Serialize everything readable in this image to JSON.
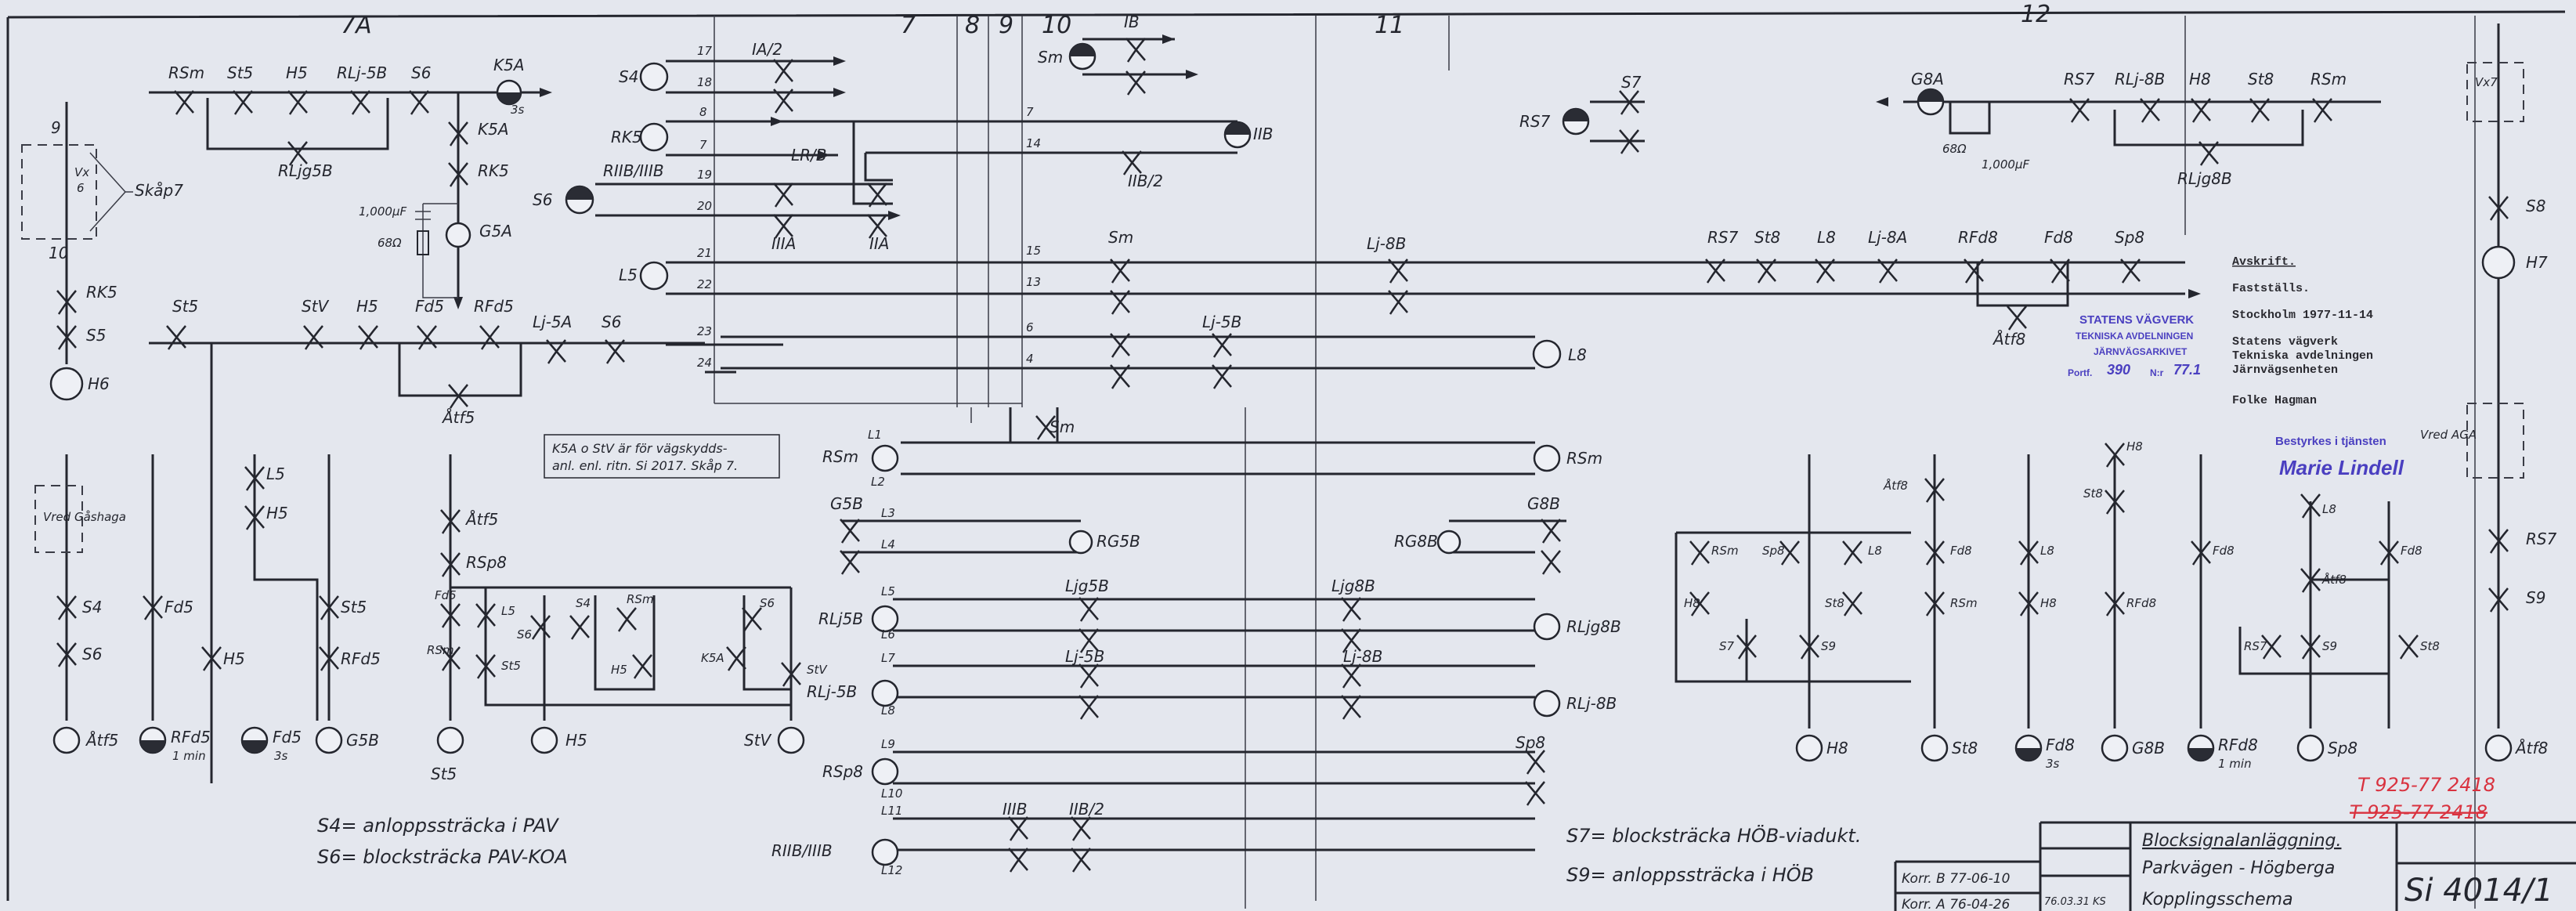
{
  "columns": [
    "7A",
    "7",
    "8",
    "9",
    "10",
    "11",
    "12"
  ],
  "top_left": {
    "row1": [
      "RSm",
      "St5",
      "H5",
      "RLj-5B",
      "S6",
      "K5A"
    ],
    "rljg": "RLjg5B",
    "k5a_branch": [
      "K5A",
      "RK5",
      "G5A",
      "1,000µF",
      "68Ω",
      "3s"
    ],
    "left": [
      "9",
      "10",
      "Vx",
      "6",
      "Skåp7",
      "RK5",
      "S5",
      "H6"
    ],
    "row2": [
      "St5",
      "StV",
      "H5",
      "Fd5",
      "RFd5",
      "Lj-5A",
      "S6",
      "Åtf5"
    ]
  },
  "terminals": {
    "left_rows": [
      "17",
      "18",
      "8",
      "7",
      "19",
      "20",
      "21",
      "22",
      "23",
      "24"
    ],
    "mid_rows": [
      "7",
      "14",
      "15",
      "13",
      "6",
      "4"
    ],
    "l_rows": [
      "L1",
      "L2",
      "L3",
      "L4",
      "L5",
      "L6",
      "L7",
      "L8",
      "L9",
      "L10",
      "L11",
      "L12"
    ]
  },
  "middle": {
    "lamps": [
      "S4",
      "RK5",
      "S6",
      "L5",
      "Sm",
      "IIB",
      "L8",
      "RSm",
      "RSm",
      "RG5B",
      "RG8B",
      "RLj5B",
      "RLjg8B",
      "RLj-5B",
      "RLj-8B",
      "RSp8",
      "RIIB/IIIB"
    ],
    "contacts": [
      "IA/2",
      "LR/B",
      "RIIB/IIIB",
      "IIIA",
      "IIA",
      "IB",
      "IIB/2",
      "Sm",
      "Lj-8B",
      "Lj-5B",
      "Sm",
      "G5B",
      "G8B",
      "Ljg5B",
      "Ljg8B",
      "Lj-5B",
      "Lj-8B",
      "Sp8",
      "IIIB",
      "IIB/2"
    ]
  },
  "note_box": [
    "K5A o StV är för vägskydds-",
    "anl. enl. ritn. Si 2017. Skåp 7."
  ],
  "right_top": {
    "s7": [
      "RS7",
      "S7"
    ],
    "row": [
      "G8A",
      "RS7",
      "RLj-8B",
      "H8",
      "St8",
      "RSm"
    ],
    "rljg": "RLjg8B",
    "rc": [
      "68Ω",
      "1,000µF"
    ],
    "row15": [
      "RS7",
      "St8",
      "L8",
      "Lj-8A",
      "RFd8",
      "Fd8",
      "Sp8",
      "Åtf8"
    ],
    "far_right": [
      "Vx7",
      "S8",
      "H7",
      "Vred AGA",
      "RS7",
      "S9"
    ]
  },
  "lower_left": {
    "vred": "Vred Gåshaga",
    "contacts": [
      "S4",
      "S6",
      "Fd5",
      "H5",
      "L5",
      "H5",
      "St5",
      "RFd5",
      "Åtf5",
      "RSp8",
      "Fd5",
      "L5",
      "RSm",
      "St5",
      "S6",
      "S4",
      "RSm",
      "H5",
      "K5A",
      "S6",
      "StV"
    ],
    "lamps": [
      "Åtf5",
      "RFd5",
      "Fd5",
      "G5B",
      "St5",
      "H5",
      "StV"
    ],
    "lamp_notes": [
      "1 min",
      "3s"
    ]
  },
  "lower_right": {
    "contacts": [
      "RSm",
      "H8",
      "S7",
      "Sp8",
      "S9",
      "L8",
      "St8",
      "Fd8",
      "RSm",
      "Åtf8",
      "L8",
      "H8",
      "H8",
      "St8",
      "RFd8",
      "Fd8",
      "L8",
      "Åtf8",
      "Fd8",
      "RS7",
      "S9",
      "St8"
    ],
    "lamps": [
      "H8",
      "St8",
      "Fd8",
      "G8B",
      "RFd8",
      "Sp8",
      "Åtf8"
    ],
    "lamp_notes": [
      "3s",
      "1 min"
    ]
  },
  "notes": {
    "s4": "S4= anloppssträcka i PAV",
    "s6": "S6= blocksträcka PAV-KOA",
    "s7": "S7= blocksträcka HÖB-viadukt.",
    "s9": "S9= anloppssträcka i HÖB"
  },
  "approval": {
    "title": "Avskrift.",
    "line1": "Fastställs.",
    "line2": "Stockholm 1977-11-14",
    "org": [
      "Statens vägverk",
      "Tekniska avdelningen",
      "Järnvägsenheten"
    ],
    "signer": "Folke Hagman"
  },
  "stamp": {
    "lines": [
      "STATENS VÄGVERK",
      "TEKNISKA AVDELNINGEN",
      "JÄRNVÄGSARKIVET"
    ],
    "portf_label": "Portf.",
    "portf": "390",
    "nr_label": "N:r",
    "nr": "77.1",
    "certified": "Bestyrkes i tjänsten",
    "signature": "Marie Lindell"
  },
  "red_marks": [
    "T 925-77 2418",
    "T 925-77 2418"
  ],
  "title_block": {
    "corrections": [
      "Korr. B 77-06-10",
      "Korr. A 76-04-26"
    ],
    "date_sign": "76.03.31 KS",
    "title": "Blocksignalanläggning.",
    "subtitle": "Parkvägen - Högberga",
    "type": "Kopplingsschema",
    "drawing_no": "Si 4014/1"
  },
  "colors": {
    "paper": "#e4e7ee",
    "ink": "#24262e",
    "stamp": "#4a3fc0",
    "red": "#d9323f"
  }
}
